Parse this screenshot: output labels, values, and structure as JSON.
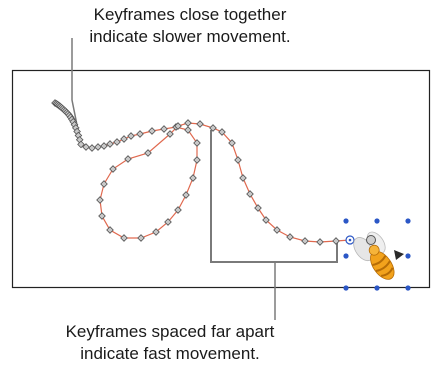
{
  "annotations": {
    "top": {
      "line1": "Keyframes close together",
      "line2": "indicate slower movement."
    },
    "bottom": {
      "line1": "Keyframes spaced far apart",
      "line2": "indicate fast movement."
    }
  },
  "colors": {
    "path": "#e0694f",
    "keyframe_fill": "#c9c9c9",
    "keyframe_stroke": "#555555",
    "leader": "#7a7a7a",
    "handle": "#2b57c6",
    "frame": "#222222"
  },
  "icons": {
    "subject": "bee-icon"
  }
}
